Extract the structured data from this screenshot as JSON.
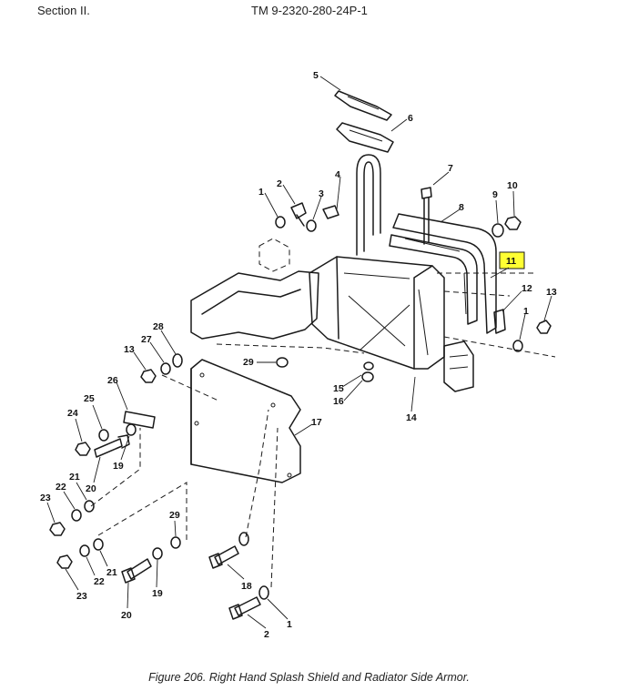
{
  "header": {
    "section": "Section II.",
    "tm_number": "TM 9-2320-280-24P-1"
  },
  "figure": {
    "caption": "Figure 206.  Right Hand Splash Shield and Radiator Side Armor.",
    "highlight_color": "#ffff33",
    "highlighted_callout": "11"
  },
  "callouts": {
    "c1a": "1",
    "c2a": "2",
    "c3": "3",
    "c4": "4",
    "c5": "5",
    "c6": "6",
    "c7": "7",
    "c8": "8",
    "c9": "9",
    "c10": "10",
    "c11": "11",
    "c12": "12",
    "c13a": "13",
    "c1b": "1",
    "c14": "14",
    "c15": "15",
    "c16": "16",
    "c17": "17",
    "c29a": "29",
    "c28": "28",
    "c27": "27",
    "c13b": "13",
    "c26": "26",
    "c25": "25",
    "c24": "24",
    "c19a": "19",
    "c20a": "20",
    "c21a": "21",
    "c22a": "22",
    "c23a": "23",
    "c29b": "29",
    "c21b": "21",
    "c22b": "22",
    "c23b": "23",
    "c19b": "19",
    "c20b": "20",
    "c18": "18",
    "c2b": "2",
    "c1c": "1"
  }
}
